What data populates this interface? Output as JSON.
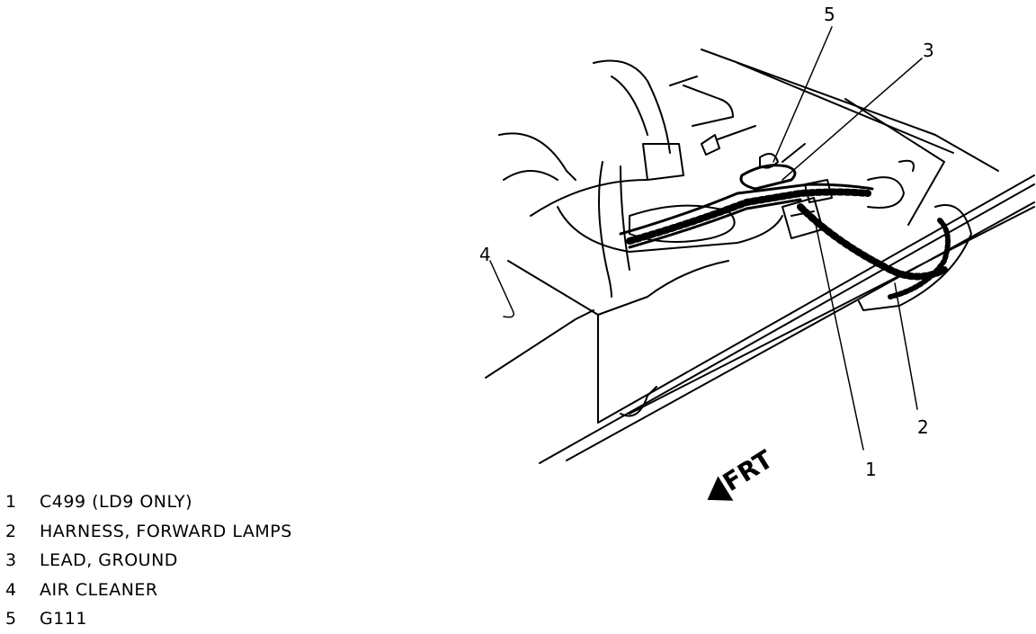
{
  "callouts": [
    "5",
    "3",
    "4",
    "2",
    "1"
  ],
  "direction_label": "FRT",
  "legend": [
    {
      "num": "1",
      "text": "C499 (LD9 ONLY)"
    },
    {
      "num": "2",
      "text": "HARNESS, FORWARD LAMPS"
    },
    {
      "num": "3",
      "text": "LEAD, GROUND"
    },
    {
      "num": "4",
      "text": "AIR CLEANER"
    },
    {
      "num": "5",
      "text": "G111"
    }
  ],
  "colors": {
    "ink": "#000000",
    "paper": "#ffffff"
  }
}
